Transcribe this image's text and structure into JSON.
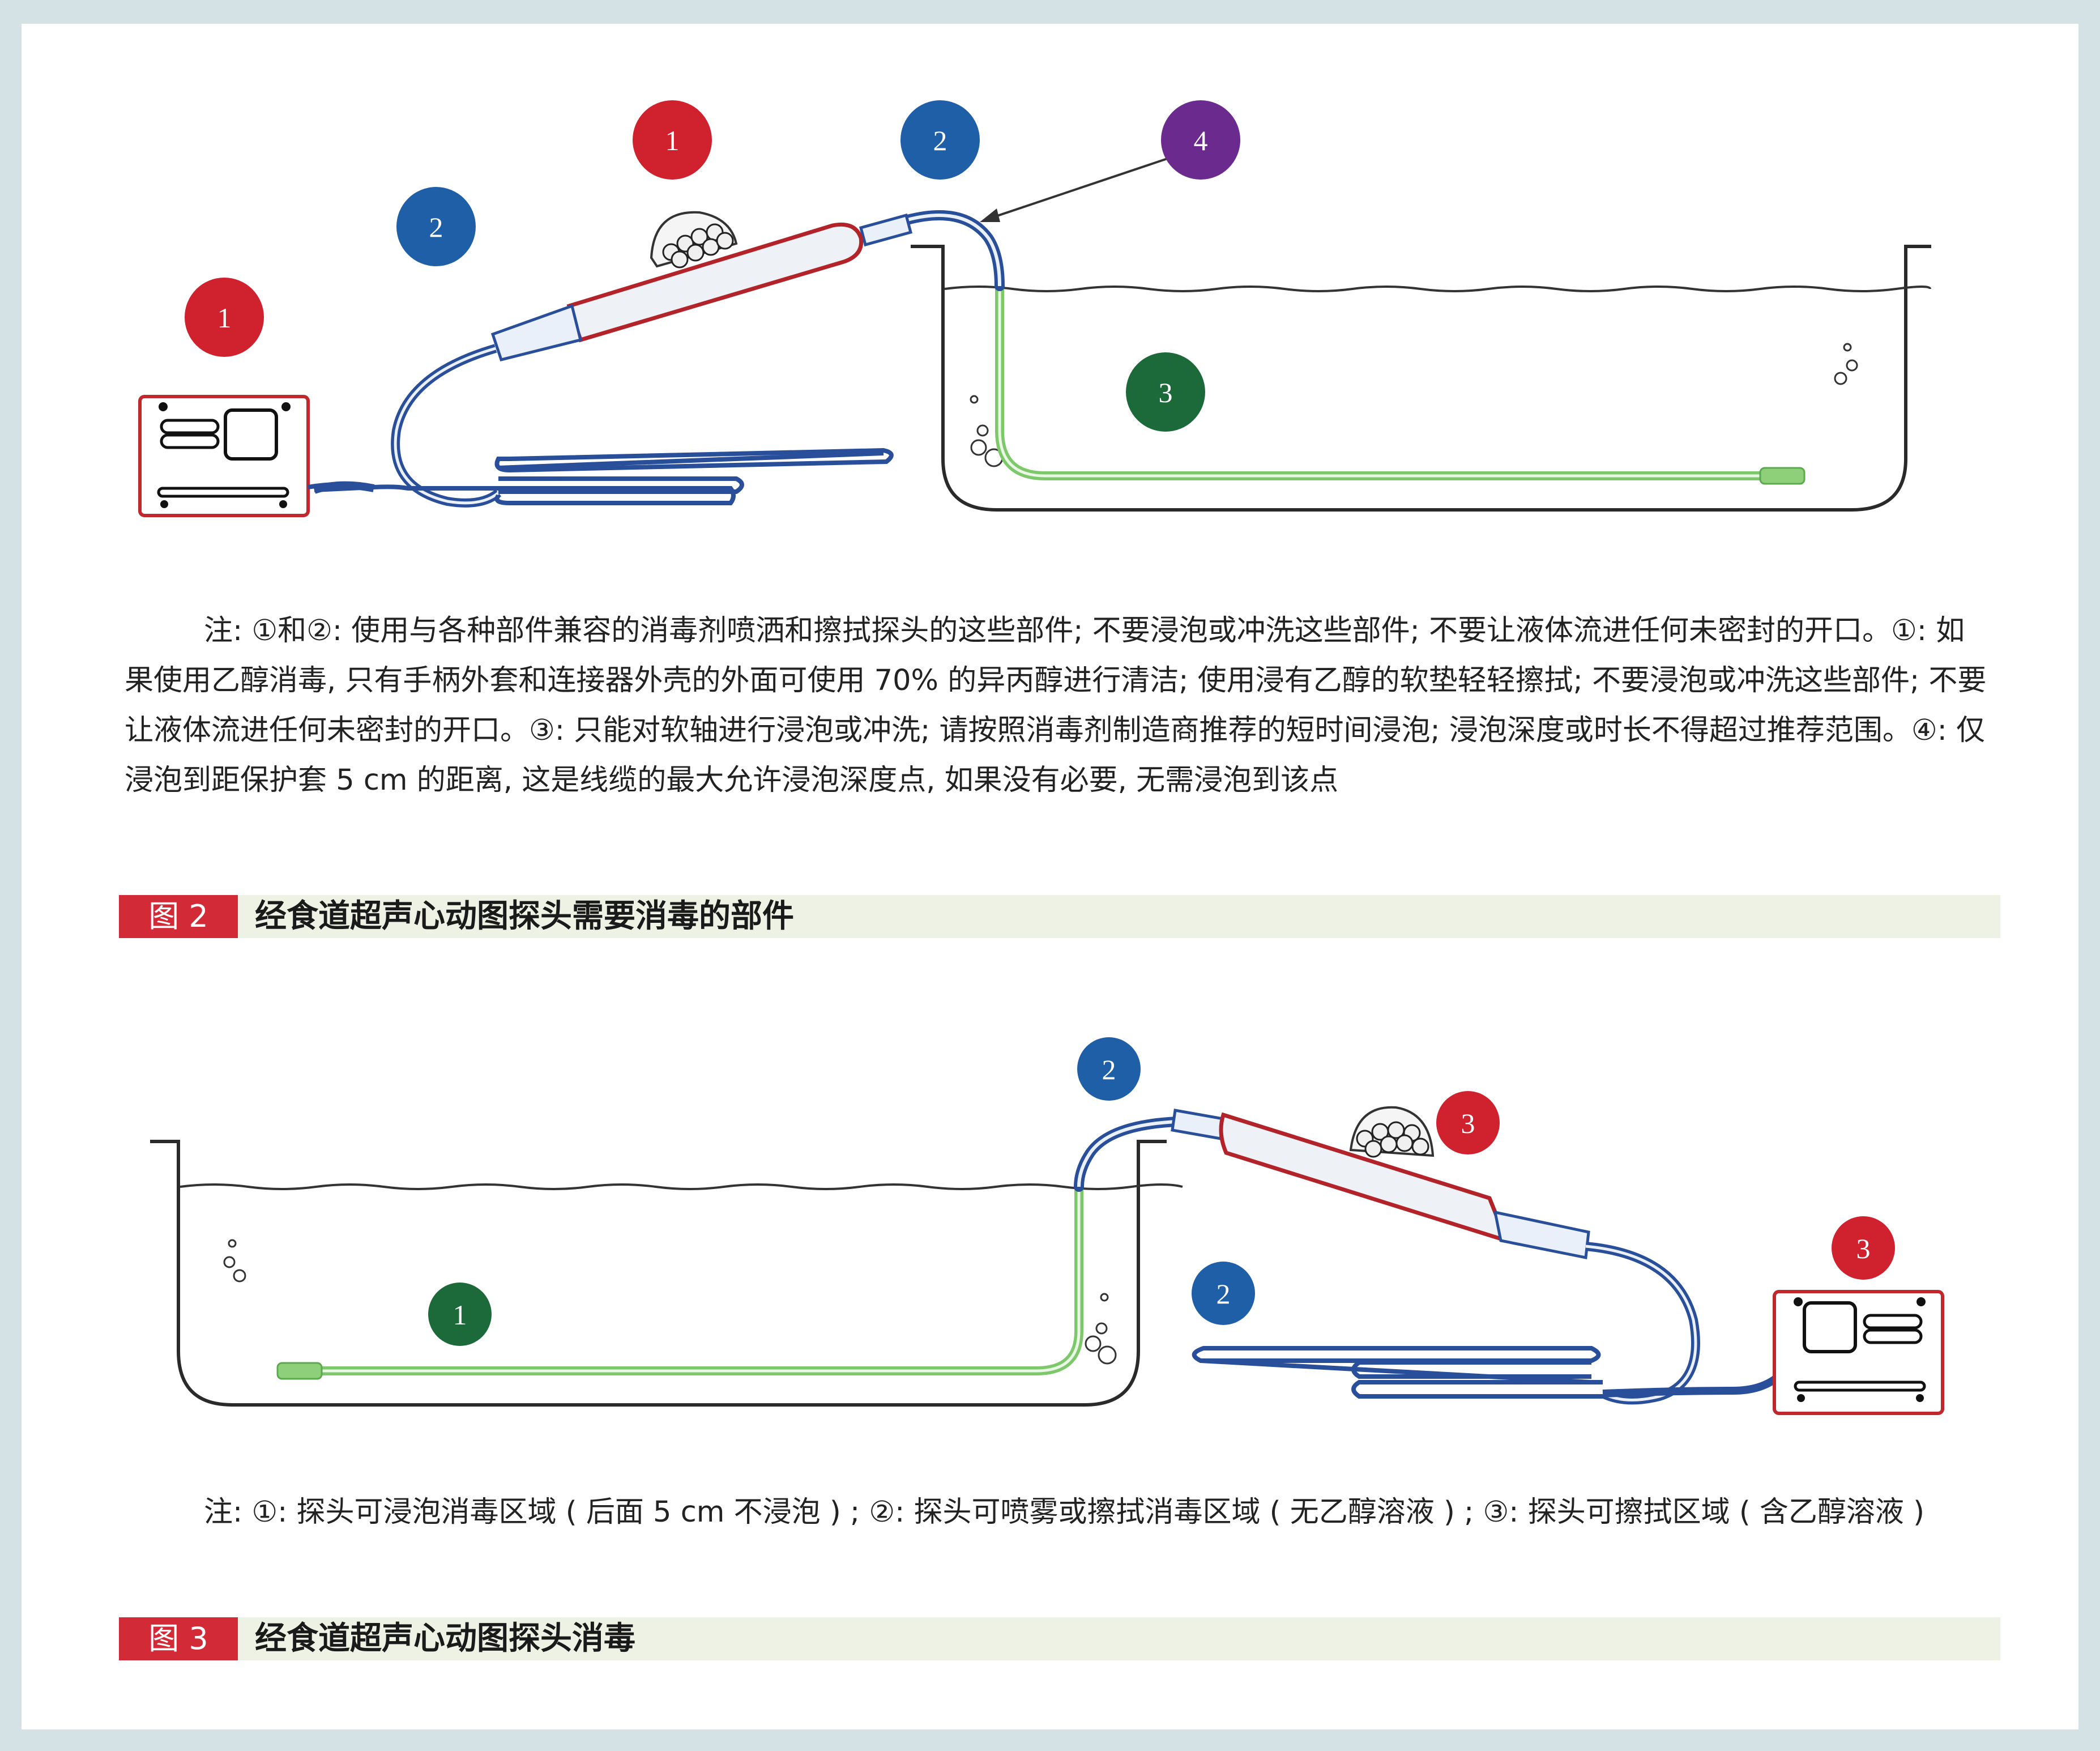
{
  "figure2": {
    "badges": [
      "1",
      "2",
      "1",
      "2",
      "4",
      "3"
    ],
    "note": "注: ①和②: 使用与各种部件兼容的消毒剂喷洒和擦拭探头的这些部件; 不要浸泡或冲洗这些部件; 不要让液体流进任何未密封的开口。①: 如果使用乙醇消毒, 只有手柄外套和连接器外壳的外面可使用 70% 的异丙醇进行清洁; 使用浸有乙醇的软垫轻轻擦拭; 不要浸泡或冲洗这些部件; 不要让液体流进任何未密封的开口。③: 只能对软轴进行浸泡或冲洗; 请按照消毒剂制造商推荐的短时间浸泡; 浸泡深度或时长不得超过推荐范围。④: 仅浸泡到距保护套 5 cm 的距离, 这是线缆的最大允许浸泡深度点, 如果没有必要, 无需浸泡到该点",
    "caption_tag": "图 2",
    "caption_title": "经食道超声心动图探头需要消毒的部件"
  },
  "figure3": {
    "badges": [
      "2",
      "3",
      "2",
      "3",
      "1"
    ],
    "note": "注: ①: 探头可浸泡消毒区域 ( 后面 5 cm 不浸泡 ) ; ②: 探头可喷雾或擦拭消毒区域 ( 无乙醇溶液 ) ; ③: 探头可擦拭区域 ( 含乙醇溶液 )",
    "caption_tag": "图 3",
    "caption_title": "经食道超声心动图探头消毒"
  },
  "colors": {
    "page_bg": "#d4e2e6",
    "red": "#d0212e",
    "blue": "#1f5fa8",
    "purple": "#6b2a8e",
    "green": "#1c6a3a",
    "cable_blue": "#2a4f9a",
    "soak_green": "#8ed07a",
    "caption_tag": "#d32a38",
    "caption_bg": "#eef2e4"
  }
}
